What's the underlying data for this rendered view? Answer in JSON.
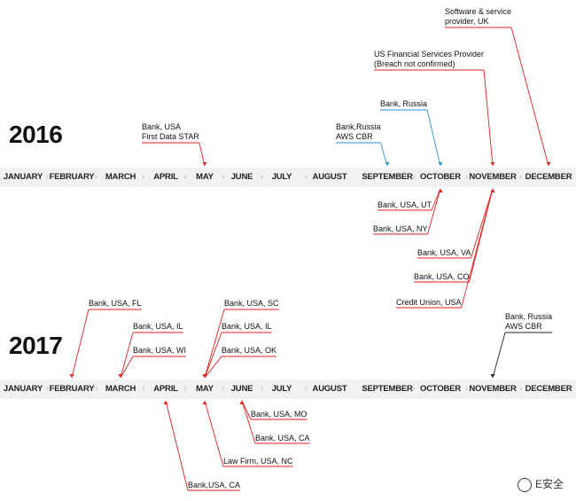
{
  "months": [
    "JANUARY",
    "FEBRUARY",
    "MARCH",
    "APRIL",
    "MAY",
    "JUNE",
    "JULY",
    "AUGUST",
    "SEPTEMBER",
    "OCTOBER",
    "NOVEMBER",
    "DECEMBER"
  ],
  "years": [
    {
      "year": "2016",
      "events": [
        {
          "text": "Bank, USA\nFirst Data STAR",
          "month_index": 4,
          "side": "above",
          "color": "#e02020"
        },
        {
          "text": "Bank,Russia\nAWS CBR",
          "month_index": 8,
          "side": "above",
          "color": "#2a8fd6"
        },
        {
          "text": "Bank, Russia",
          "month_index": 9,
          "side": "above",
          "color": "#2a8fd6"
        },
        {
          "text": "US Financial Services Provider\n(Breach not confirmed)",
          "month_index": 10,
          "side": "above",
          "color": "#e02020"
        },
        {
          "text": "Software & service\nprovider, UK",
          "month_index": 11,
          "side": "above",
          "color": "#e02020"
        },
        {
          "text": "Bank, USA, UT",
          "month_index": 9,
          "side": "below",
          "color": "#e02020"
        },
        {
          "text": "Bank, USA, NY",
          "month_index": 9,
          "side": "below",
          "color": "#e02020"
        },
        {
          "text": "Bank, USA, VA",
          "month_index": 10,
          "side": "below",
          "color": "#e02020"
        },
        {
          "text": "Bank, USA, CO",
          "month_index": 10,
          "side": "below",
          "color": "#e02020"
        },
        {
          "text": "Credit Union, USA",
          "month_index": 10,
          "side": "below",
          "color": "#e02020"
        }
      ]
    },
    {
      "year": "2017",
      "events": [
        {
          "text": "Bank, USA, FL",
          "month_index": 1,
          "side": "above",
          "color": "#e02020"
        },
        {
          "text": "Bank, USA, IL",
          "month_index": 2,
          "side": "above",
          "color": "#e02020"
        },
        {
          "text": "Bank, USA, WI",
          "month_index": 2,
          "side": "above",
          "color": "#e02020"
        },
        {
          "text": "Bank, USA, SC",
          "month_index": 4,
          "side": "above",
          "color": "#e02020"
        },
        {
          "text": "Bank, USA, IL",
          "month_index": 4,
          "side": "above",
          "color": "#e02020"
        },
        {
          "text": "Bank, USA, OK",
          "month_index": 4,
          "side": "above",
          "color": "#e02020"
        },
        {
          "text": "Bank, Russia\nAWS CBR",
          "month_index": 10,
          "side": "above",
          "color": "#222222"
        },
        {
          "text": "Bank, USA, MO",
          "month_index": 5,
          "side": "below",
          "color": "#e02020"
        },
        {
          "text": "Bank, USA, CA",
          "month_index": 5,
          "side": "below",
          "color": "#e02020"
        },
        {
          "text": "Law Firm, USA, NC",
          "month_index": 4,
          "side": "below",
          "color": "#e02020"
        },
        {
          "text": "Bank,USA, CA",
          "month_index": 3,
          "side": "below",
          "color": "#e02020"
        }
      ]
    }
  ],
  "watermark": "E安全",
  "watermark_icon": "wechat-icon"
}
